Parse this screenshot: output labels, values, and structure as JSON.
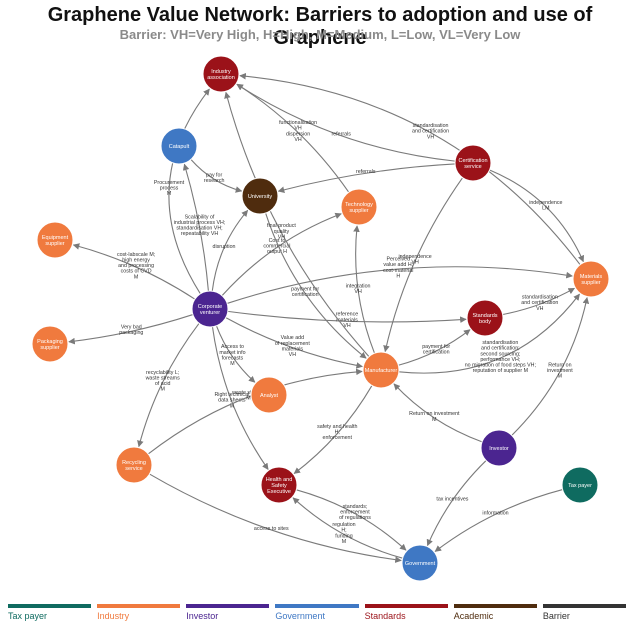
{
  "title": "Graphene Value Network: Barriers to adoption and use of Graphene",
  "subtitle": "Barrier: VH=Very High, H=High, M=Medium, L=Low, VL=Very Low",
  "colors": {
    "Tax payer": "#0f6b60",
    "Industry": "#f07a3e",
    "Investor": "#4b2590",
    "Government": "#3f78c4",
    "Standards": "#9b1219",
    "Academic": "#4f2c0e",
    "Barrier": "#333333"
  },
  "legend": [
    {
      "label": "Tax payer",
      "color": "#0f6b60"
    },
    {
      "label": "Industry",
      "color": "#f07a3e"
    },
    {
      "label": "Investor",
      "color": "#4b2590"
    },
    {
      "label": "Government",
      "color": "#3f78c4"
    },
    {
      "label": "Standards",
      "color": "#9b1219"
    },
    {
      "label": "Academic",
      "color": "#4f2c0e"
    },
    {
      "label": "Barrier",
      "color": "#333333"
    }
  ],
  "nodes": [
    {
      "id": "industry_association",
      "lines": [
        "Industry",
        "association"
      ],
      "category": "Standards"
    },
    {
      "id": "catapult",
      "lines": [
        "Catapult"
      ],
      "category": "Government"
    },
    {
      "id": "university",
      "lines": [
        "University"
      ],
      "category": "Academic"
    },
    {
      "id": "technology_supplier",
      "lines": [
        "Technology",
        "supplier"
      ],
      "category": "Industry"
    },
    {
      "id": "certification_service",
      "lines": [
        "Certification",
        "service"
      ],
      "category": "Standards"
    },
    {
      "id": "equipment_supplier",
      "lines": [
        "Equipment",
        "supplier"
      ],
      "category": "Industry"
    },
    {
      "id": "materials_supplier",
      "lines": [
        "Materials",
        "supplier"
      ],
      "category": "Industry"
    },
    {
      "id": "corporate_venturer",
      "lines": [
        "Corporate",
        "venturer"
      ],
      "category": "Investor"
    },
    {
      "id": "standards_body",
      "lines": [
        "Standards",
        "body"
      ],
      "category": "Standards"
    },
    {
      "id": "packaging_supplier",
      "lines": [
        "Packaging",
        "supplier"
      ],
      "category": "Industry"
    },
    {
      "id": "manufacturer",
      "lines": [
        "Manufacturer"
      ],
      "category": "Industry"
    },
    {
      "id": "analyst",
      "lines": [
        "Analyst"
      ],
      "category": "Industry"
    },
    {
      "id": "investor",
      "lines": [
        "Investor"
      ],
      "category": "Investor"
    },
    {
      "id": "recycling_service",
      "lines": [
        "Recycling",
        "service"
      ],
      "category": "Industry"
    },
    {
      "id": "health_safety_executive",
      "lines": [
        "Health and",
        "Safety",
        "Executive"
      ],
      "category": "Standards"
    },
    {
      "id": "tax_payer",
      "lines": [
        "Tax payer"
      ],
      "category": "Tax payer"
    },
    {
      "id": "government",
      "lines": [
        "Government"
      ],
      "category": "Government"
    }
  ],
  "edges": [
    {
      "from": "certification_service",
      "to": "industry_association",
      "label": [
        "referrals"
      ]
    },
    {
      "from": "materials_supplier",
      "to": "industry_association",
      "label": [
        "standardisation",
        "and certification",
        "VH"
      ]
    },
    {
      "from": "technology_supplier",
      "to": "industry_association",
      "label": [
        "functionalisation",
        "VH",
        "dispersion",
        "VH"
      ]
    },
    {
      "from": "corporate_venturer",
      "to": "industry_association",
      "label": [
        "Procurement",
        "process",
        "M"
      ]
    },
    {
      "from": "catapult",
      "to": "university",
      "label": [
        "pay for",
        "research"
      ]
    },
    {
      "from": "certification_service",
      "to": "university",
      "label": [
        "referrals"
      ]
    },
    {
      "from": "certification_service",
      "to": "materials_supplier",
      "label": [
        "independence",
        "LM"
      ]
    },
    {
      "from": "certification_service",
      "to": "manufacturer",
      "label": [
        "independence",
        "VH"
      ]
    },
    {
      "from": "corporate_venturer",
      "to": "catapult",
      "label": [
        "Scalability of",
        "industrial process VH;",
        "standardisation VH;",
        "repeatability VH"
      ]
    },
    {
      "from": "corporate_venturer",
      "to": "university",
      "label": [
        "disruption"
      ]
    },
    {
      "from": "corporate_venturer",
      "to": "equipment_supplier",
      "label": [
        "cost-labscale M;",
        "high energy",
        "and processing",
        "costs of CVD",
        "M"
      ]
    },
    {
      "from": "corporate_venturer",
      "to": "packaging_supplier",
      "label": [
        "Very bad",
        "packaging"
      ]
    },
    {
      "from": "corporate_venturer",
      "to": "technology_supplier",
      "label": [
        "Cost to",
        "commercial",
        "output H"
      ]
    },
    {
      "from": "corporate_venturer",
      "to": "materials_supplier",
      "label": [
        "Perceived",
        "value add H;",
        "cost-material",
        "H"
      ]
    },
    {
      "from": "corporate_venturer",
      "to": "standards_body",
      "label": [
        "reference",
        "materials",
        "VH"
      ]
    },
    {
      "from": "corporate_venturer",
      "to": "analyst",
      "label": [
        "Access to",
        "market info",
        "forecasts",
        "M"
      ]
    },
    {
      "from": "corporate_venturer",
      "to": "manufacturer",
      "label": [
        "Value add",
        "of replacement",
        "materials",
        "VH"
      ]
    },
    {
      "from": "corporate_venturer",
      "to": "recycling_service",
      "label": [
        "recyclability L;",
        "waste streams",
        "of acid",
        "M"
      ]
    },
    {
      "from": "corporate_venturer",
      "to": "health_safety_executive",
      "label": [
        "Right technical",
        "data sheets",
        "M"
      ]
    },
    {
      "from": "university",
      "to": "manufacturer",
      "label": [
        "payment for",
        "certification"
      ]
    },
    {
      "from": "manufacturer",
      "to": "technology_supplier",
      "label": [
        "integration",
        "VH"
      ]
    },
    {
      "from": "manufacturer",
      "to": "industry_association",
      "label": [
        "final product",
        "quality",
        "VH"
      ]
    },
    {
      "from": "manufacturer",
      "to": "standards_body",
      "label": [
        "payment for",
        "certification"
      ]
    },
    {
      "from": "manufacturer",
      "to": "materials_supplier",
      "label": [
        "standardisation",
        "and certification;",
        "second sourcing;",
        "performance VH;",
        "no migration of food steps VH;",
        "reputation of supplier M"
      ]
    },
    {
      "from": "manufacturer",
      "to": "health_safety_executive",
      "label": [
        "safety and health",
        "H;",
        "enforcement"
      ]
    },
    {
      "from": "standards_body",
      "to": "materials_supplier",
      "label": [
        "standardisation",
        "and certification",
        "VH"
      ]
    },
    {
      "from": "investor",
      "to": "manufacturer",
      "label": [
        "Return on investment",
        "M"
      ]
    },
    {
      "from": "investor",
      "to": "materials_supplier",
      "label": [
        "Return on",
        "investment",
        "M"
      ]
    },
    {
      "from": "investor",
      "to": "government",
      "label": [
        "tax incentives"
      ]
    },
    {
      "from": "recycling_service",
      "to": "manufacturer",
      "label": [
        "waste streams",
        "M;"
      ]
    },
    {
      "from": "recycling_service",
      "to": "government",
      "label": [
        "access to sites"
      ]
    },
    {
      "from": "government",
      "to": "health_safety_executive",
      "label": [
        "regulation",
        "H;",
        "funding",
        "M"
      ]
    },
    {
      "from": "health_safety_executive",
      "to": "government",
      "label": [
        "standards;",
        "enforcement",
        "of regulations"
      ]
    },
    {
      "from": "tax_payer",
      "to": "government",
      "label": [
        "information"
      ]
    }
  ]
}
